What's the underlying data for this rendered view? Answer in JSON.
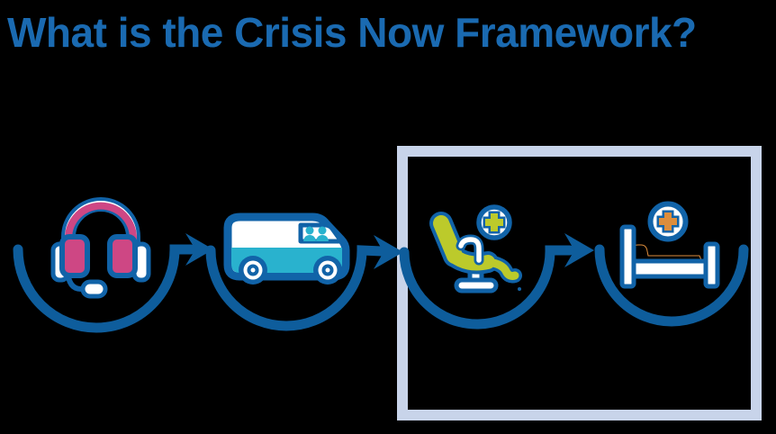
{
  "title": {
    "text": "What is the Crisis Now Framework?"
  },
  "colors": {
    "title_blue": "#1a6ab1",
    "outline_blue": "#1163a8",
    "flow_blue": "#0e5d9c",
    "headset_pink": "#ce4784",
    "van_teal": "#29b2ce",
    "chair_lime": "#bcca2b",
    "bed_orange": "#dd8d3c",
    "highlight_box": "#c8d4ea",
    "icon_white": "#ffffff",
    "background": "#000000"
  },
  "flow": {
    "connector_style": "arc-under-icon-with-right-arrow",
    "steps": [
      {
        "id": "step-1",
        "icon": "headset-icon",
        "badge": "none"
      },
      {
        "id": "step-2",
        "icon": "van-icon",
        "badge": "none"
      },
      {
        "id": "step-3",
        "icon": "recliner-chair-icon",
        "badge": "medical-plus-badge"
      },
      {
        "id": "step-4",
        "icon": "hospital-bed-icon",
        "badge": "medical-plus-badge"
      }
    ],
    "highlighted_steps": [
      "step-3",
      "step-4"
    ],
    "arrow_count": 3,
    "arc_count": 4
  }
}
